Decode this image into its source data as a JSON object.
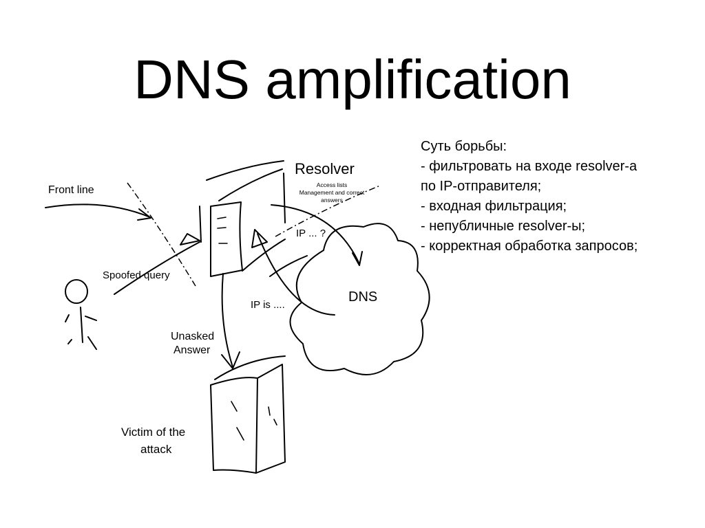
{
  "slide": {
    "title": "DNS amplification"
  },
  "notes": {
    "lines": [
      "Суть борьбы:",
      "- фильтровать на входе resolver-а",
      "по IP-отправителя;",
      "- входная фильтрация;",
      "- непубличные resolver-ы;",
      "- корректная обработка запросов;"
    ]
  },
  "diagram": {
    "front_line": "Front line",
    "spoofed_query": "Spoofed query",
    "resolver_title": "Resolver",
    "resolver_sub1": "Access lists",
    "resolver_sub2": "Management and correct",
    "resolver_sub3": "answers",
    "ip_question": "IP ... ?",
    "ip_is": "IP is ....",
    "dns": "DNS",
    "unasked_answer_1": "Unasked",
    "unasked_answer_2": "Answer",
    "victim_1": "Victim of the",
    "victim_2": "attack"
  }
}
